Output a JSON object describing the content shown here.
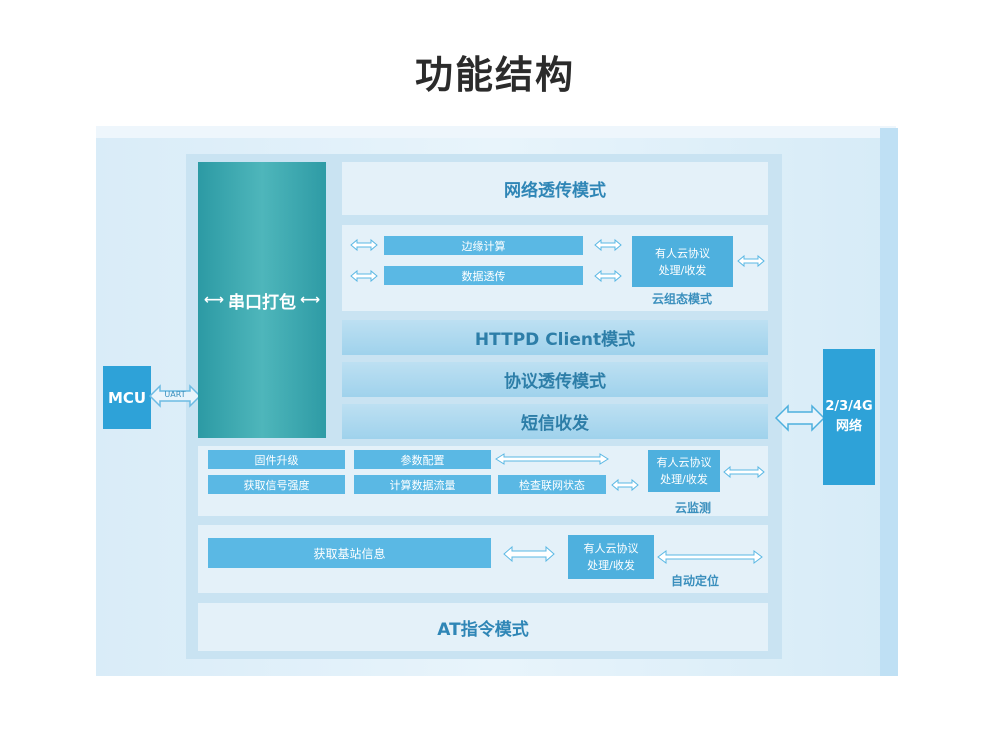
{
  "title": "功能结构",
  "mcu": "MCU",
  "uart": "UART",
  "serial_pack": "串口打包",
  "network_side": {
    "line1": "2/3/4G",
    "line2": "网络"
  },
  "net_transparent": "网络透传模式",
  "cloud_config": {
    "edge_compute": "边缘计算",
    "data_transparent": "数据透传",
    "proto_line1": "有人云协议",
    "proto_line2": "处理/收发",
    "label": "云组态模式"
  },
  "httpd": "HTTPD Client模式",
  "protocol_transparent": "协议透传模式",
  "sms": "短信收发",
  "cloud_monitor": {
    "firmware": "固件升级",
    "params": "参数配置",
    "signal": "获取信号强度",
    "traffic": "计算数据流量",
    "netstatus": "检查联网状态",
    "proto_line1": "有人云协议",
    "proto_line2": "处理/收发",
    "label": "云监测"
  },
  "auto_locate": {
    "base_station": "获取基站信息",
    "proto_line1": "有人云协议",
    "proto_line2": "处理/收发",
    "label": "自动定位"
  },
  "at_mode": "AT指令模式",
  "colors": {
    "serial": "#3aa9b0",
    "chip": "#5ab8e4",
    "side": "#2ea2d8",
    "heading": "#2f86b6"
  }
}
